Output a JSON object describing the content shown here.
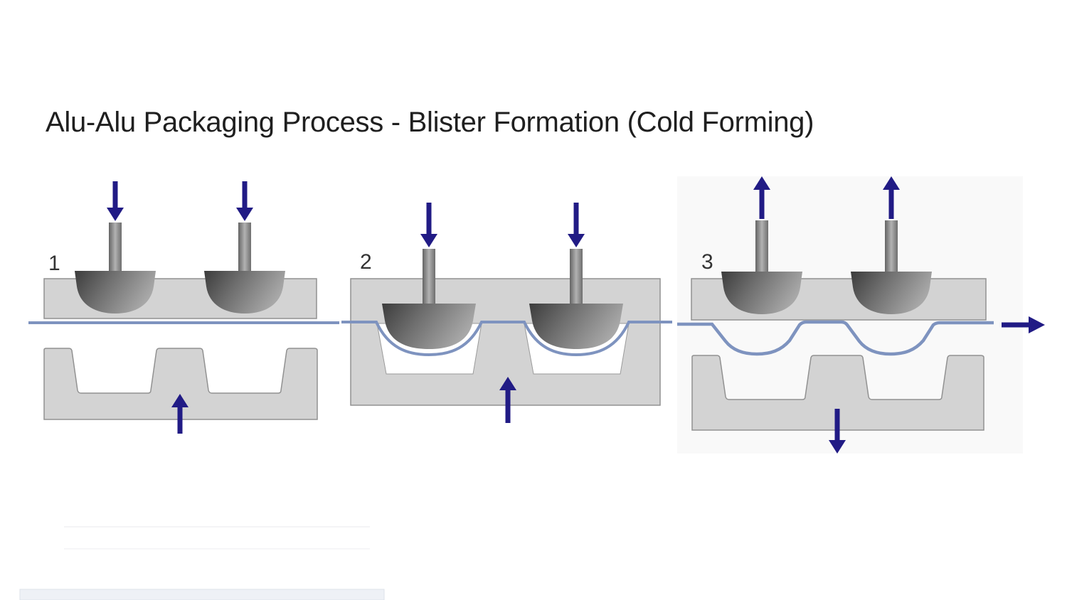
{
  "page": {
    "title": "Alu-Alu Packaging Process - Blister Formation (Cold Forming)"
  },
  "colors": {
    "background": "#ffffff",
    "title_text": "#1f1f1f",
    "stage_label_text": "#333333",
    "arrow_navy": "#211b85",
    "foil_blue": "#7e93bf",
    "tool_gray_fill": "#d3d3d3",
    "tool_gray_border": "#919191",
    "punch_dark": "#3c3c3c",
    "punch_light": "#a8a8a8",
    "cavity_white": "#ffffff"
  },
  "stages": [
    {
      "label": "1",
      "arrows": [
        "down-arrow-left-punch",
        "down-arrow-right-punch",
        "up-arrow-lower-die"
      ]
    },
    {
      "label": "2",
      "arrows": [
        "down-arrow-left-punch",
        "down-arrow-right-punch",
        "up-arrow-lower-die"
      ]
    },
    {
      "label": "3",
      "arrows": [
        "up-arrow-left-punch",
        "up-arrow-right-punch",
        "down-arrow-lower-die",
        "right-arrow-foil-advance"
      ]
    }
  ]
}
